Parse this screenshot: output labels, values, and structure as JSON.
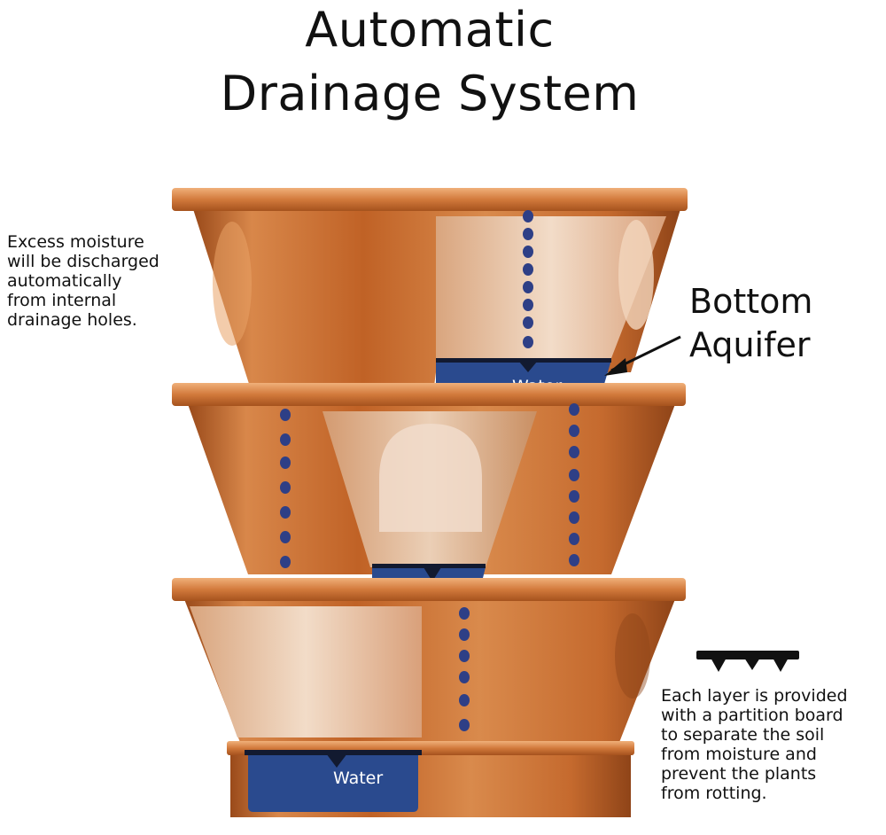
{
  "title": {
    "line1": "Automatic",
    "line2": "Drainage System"
  },
  "left_note": "Excess moisture\nwill be discharged\nautomatically\nfrom internal\ndrainage holes.",
  "callout": {
    "line1": "Bottom",
    "line2": "Aquifer"
  },
  "water_labels": {
    "top": "Water",
    "bottom": "Water"
  },
  "right_note": "Each layer is provided\nwith a partition board\nto separate the soil\nfrom moisture and\nprevent the plants\nfrom rotting.",
  "colors": {
    "copper": "#c8682a",
    "copper_light": "#e79a5c",
    "copper_dark": "#8a3f14",
    "water": "#2a4a8e",
    "drops": "#2e3f86",
    "inner": "#ecc9ad"
  }
}
